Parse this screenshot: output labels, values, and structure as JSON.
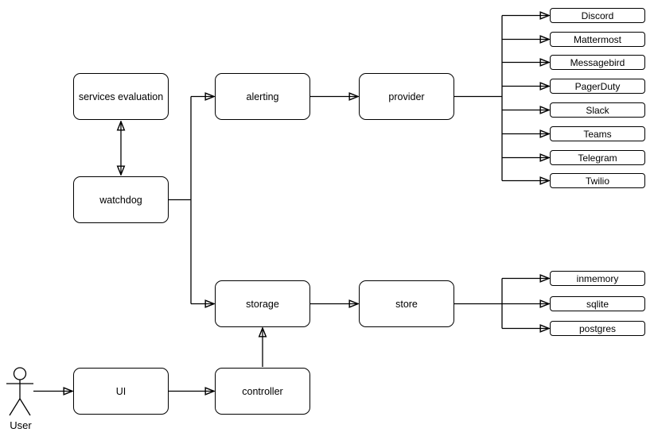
{
  "diagram": {
    "nodes": {
      "services_evaluation": "services evaluation",
      "watchdog": "watchdog",
      "alerting": "alerting",
      "provider": "provider",
      "storage": "storage",
      "store": "store",
      "ui": "UI",
      "controller": "controller"
    },
    "provider_targets": [
      "Discord",
      "Mattermost",
      "Messagebird",
      "PagerDuty",
      "Slack",
      "Teams",
      "Telegram",
      "Twilio"
    ],
    "store_targets": [
      "inmemory",
      "sqlite",
      "postgres"
    ],
    "actor": {
      "label": "User"
    },
    "colors": {
      "stroke": "#000000",
      "node_fill": "#ffffff",
      "background": "#ffffff",
      "text": "#000000"
    }
  }
}
